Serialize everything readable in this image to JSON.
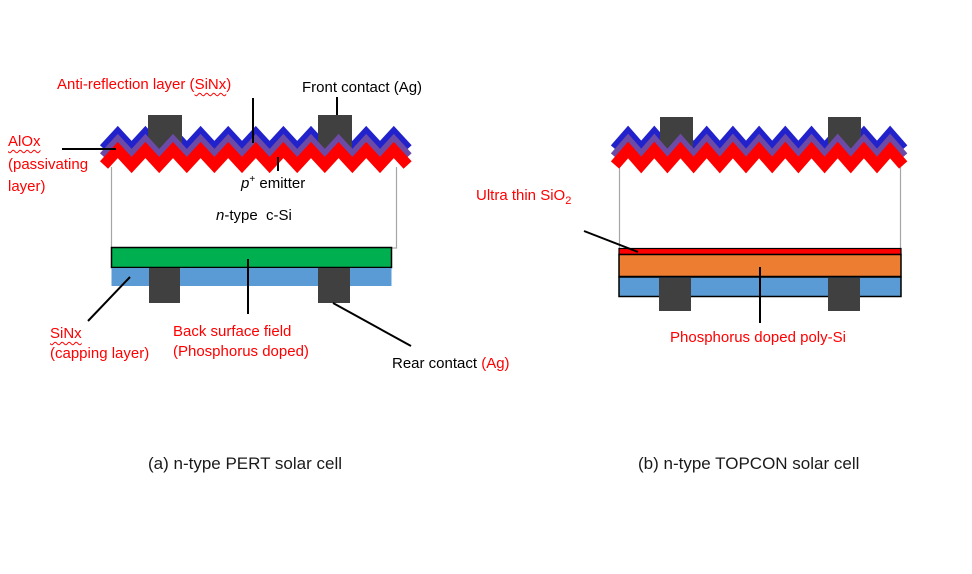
{
  "figure": {
    "type": "solar-cell-structure-diagram",
    "colors": {
      "zigzag_blue": "#2222CC",
      "zigzag_purple": "#6C4BA6",
      "zigzag_red": "#FF0000",
      "contact_gray": "#404040",
      "bsf_green": "#00B050",
      "capping_blue": "#5B9BD5",
      "poly_si_orange": "#ED7D31",
      "thin_sio2_red": "#FF0000",
      "label_red": "#FF0000",
      "label_black": "#000000",
      "body_border_gray": "#A6A6A6"
    }
  },
  "pert": {
    "labels": {
      "anti_reflection": {
        "pre": "Anti-reflection layer (",
        "wavy": "SiNx",
        "post": ")"
      },
      "front_contact": "Front contact (Ag)",
      "alox": {
        "wavy": "AlOx",
        "line2": "(passivating",
        "line3": "layer)"
      },
      "p_emitter": {
        "italic": "p",
        "sup": "+",
        "rest": " emitter"
      },
      "n_type": {
        "italic": "n",
        "rest": "-type  c-Si"
      },
      "sinx_capping": {
        "wavy": "SiNx",
        "line2": "(capping layer)"
      },
      "bsf": {
        "line1": "Back surface field",
        "line2": "(Phosphorus doped)"
      },
      "rear_contact": {
        "black": "Rear contact ",
        "red": "(Ag)"
      },
      "caption": "(a) n-type PERT solar cell"
    }
  },
  "topcon": {
    "labels": {
      "sio2": {
        "pre": "Ultra thin SiO",
        "sub": "2"
      },
      "poly_si": "Phosphorus doped poly-Si",
      "caption": "(b) n-type TOPCON solar cell"
    }
  }
}
